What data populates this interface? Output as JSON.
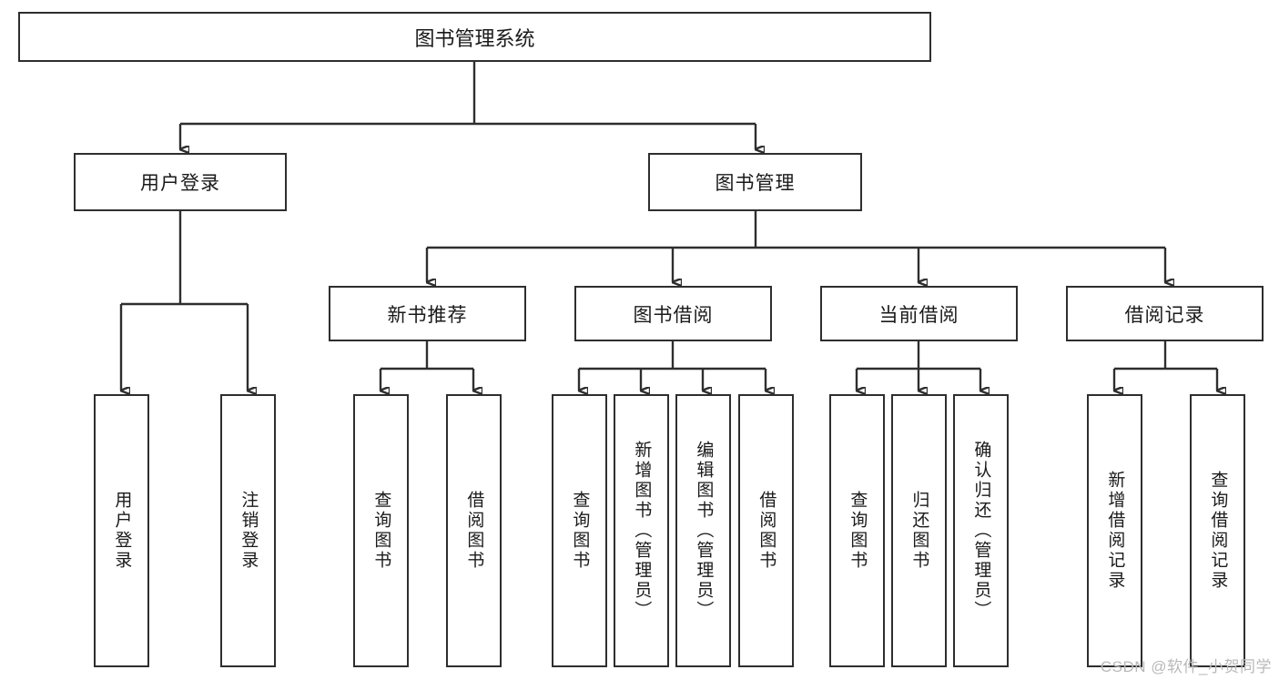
{
  "diagram": {
    "title": "图书管理系统",
    "type": "tree-hierarchy-functional-decomposition",
    "root": {
      "label": "图书管理系统"
    },
    "level2": [
      {
        "label": "用户登录"
      },
      {
        "label": "图书管理"
      }
    ],
    "level3": [
      {
        "label": "新书推荐"
      },
      {
        "label": "图书借阅"
      },
      {
        "label": "当前借阅"
      },
      {
        "label": "借阅记录"
      }
    ],
    "leaves": {
      "user_login": [
        {
          "label": "用户登录"
        },
        {
          "label": "注销登录"
        }
      ],
      "new_book_recommend": [
        {
          "label": "查询图书"
        },
        {
          "label": "借阅图书"
        }
      ],
      "book_borrow": [
        {
          "label": "查询图书"
        },
        {
          "label": "新增图书（管理员）"
        },
        {
          "label": "编辑图书（管理员）"
        },
        {
          "label": "借阅图书"
        }
      ],
      "current_borrow": [
        {
          "label": "查询图书"
        },
        {
          "label": "归还图书"
        },
        {
          "label": "确认归还（管理员）"
        }
      ],
      "borrow_record": [
        {
          "label": "新增借阅记录"
        },
        {
          "label": "查询借阅记录"
        }
      ]
    }
  },
  "watermark": {
    "text": "CSDN @软件_小贺同学"
  },
  "colors": {
    "stroke": "#2e2e2e",
    "background": "#ffffff",
    "text": "#1a1a1a",
    "watermark": "#b9b9b9"
  }
}
